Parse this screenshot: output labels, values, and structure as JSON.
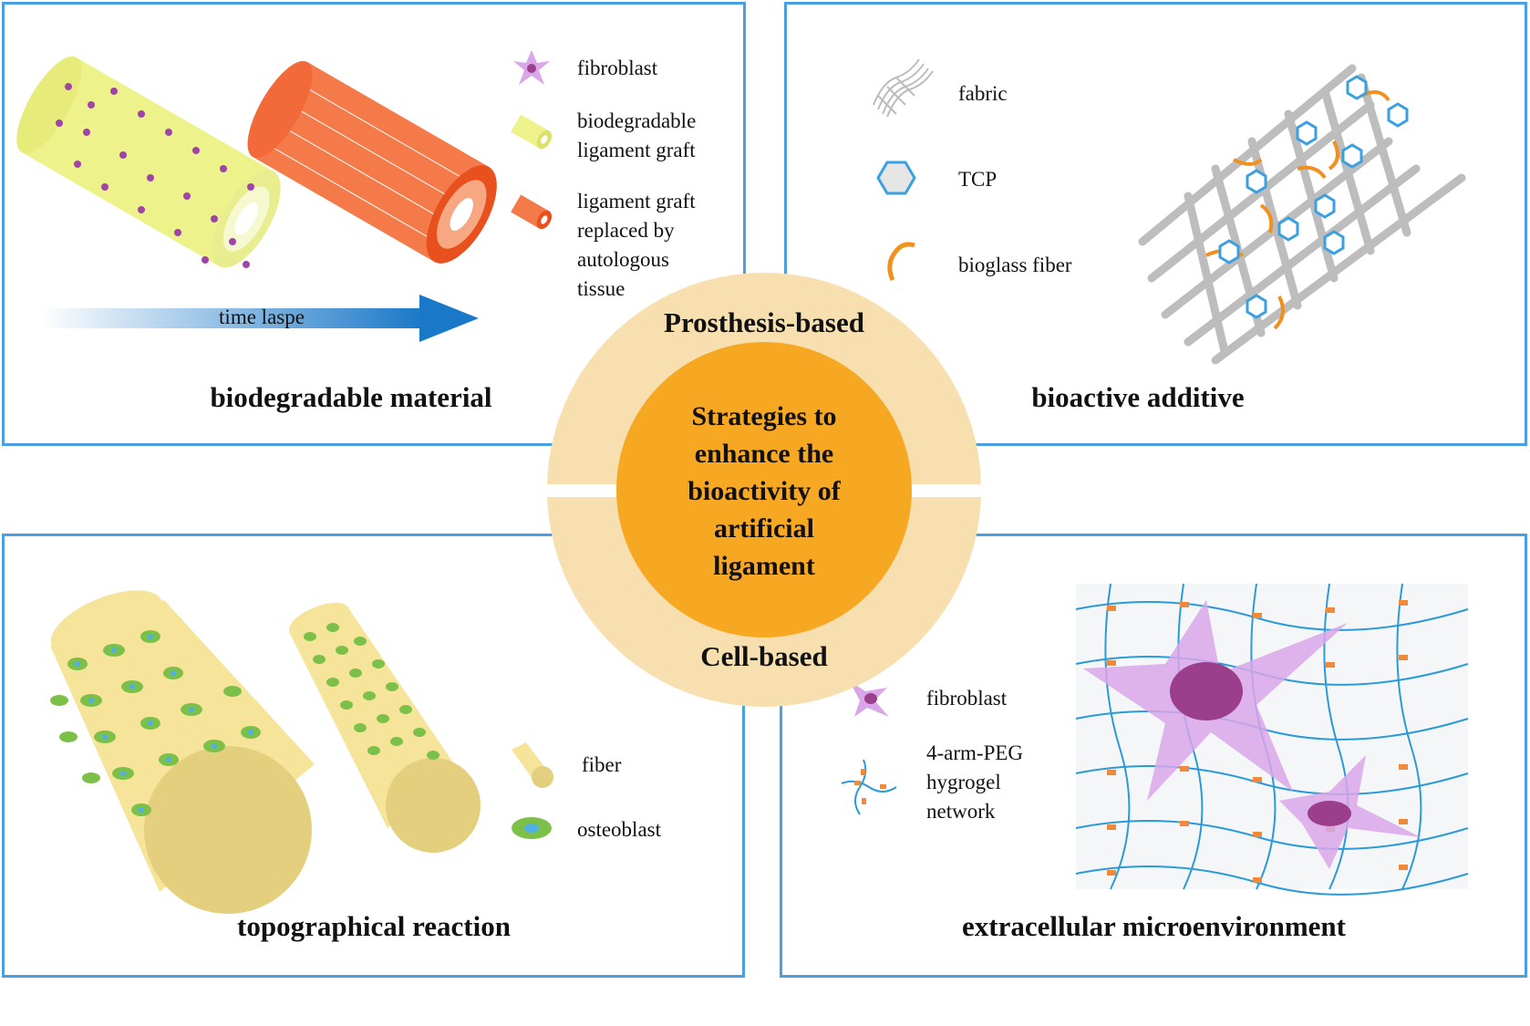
{
  "center": {
    "title": "Strategies to enhance the bioactivity of artificial ligament",
    "title_lines": [
      "Strategies",
      "to",
      "enhance the",
      "bioactivity of",
      "artificial",
      "ligament"
    ],
    "top_label": "Prosthesis-based",
    "bottom_label": "Cell-based"
  },
  "panels": {
    "top_left": {
      "title": "biodegradable material",
      "arrow_label": "time laspe",
      "legend": [
        {
          "icon": "fibroblast-icon",
          "label": "fibroblast"
        },
        {
          "icon": "biodegradable-graft-icon",
          "label": "biodegradable\nligament graft"
        },
        {
          "icon": "replaced-graft-icon",
          "label": "ligament graft\nreplaced by\nautologous\ntissue"
        }
      ]
    },
    "top_right": {
      "title": "bioactive additive",
      "legend": [
        {
          "icon": "fabric-icon",
          "label": "fabric"
        },
        {
          "icon": "tcp-hexagon-icon",
          "label": "TCP"
        },
        {
          "icon": "bioglass-fiber-icon",
          "label": "bioglass fiber"
        }
      ]
    },
    "bottom_left": {
      "title": "topographical reaction",
      "legend": [
        {
          "icon": "fiber-icon",
          "label": "fiber"
        },
        {
          "icon": "osteoblast-icon",
          "label": "osteoblast"
        }
      ]
    },
    "bottom_right": {
      "title": "extracellular microenvironment",
      "legend": [
        {
          "icon": "fibroblast-icon",
          "label": "fibroblast"
        },
        {
          "icon": "peg-crosslink-icon",
          "label": "4-arm-PEG\nhygrogel\nnetwork"
        }
      ]
    }
  },
  "colors": {
    "panel_border": "#4a9fe0",
    "center_outer": "#f7dfb0",
    "center_inner": "#f7a823",
    "fibroblast": "#d9a6e8",
    "nucleus": "#9b3f8c",
    "orange_graft": "#f26a3a",
    "yellow_graft": "#f2ea8a",
    "tcp_blue": "#3aa0e0",
    "bioglass_orange": "#f0901e",
    "fabric_gray": "#b8b8b8",
    "fiber_yellow": "#f6e49a",
    "osteoblast_green": "#7cc04a"
  }
}
